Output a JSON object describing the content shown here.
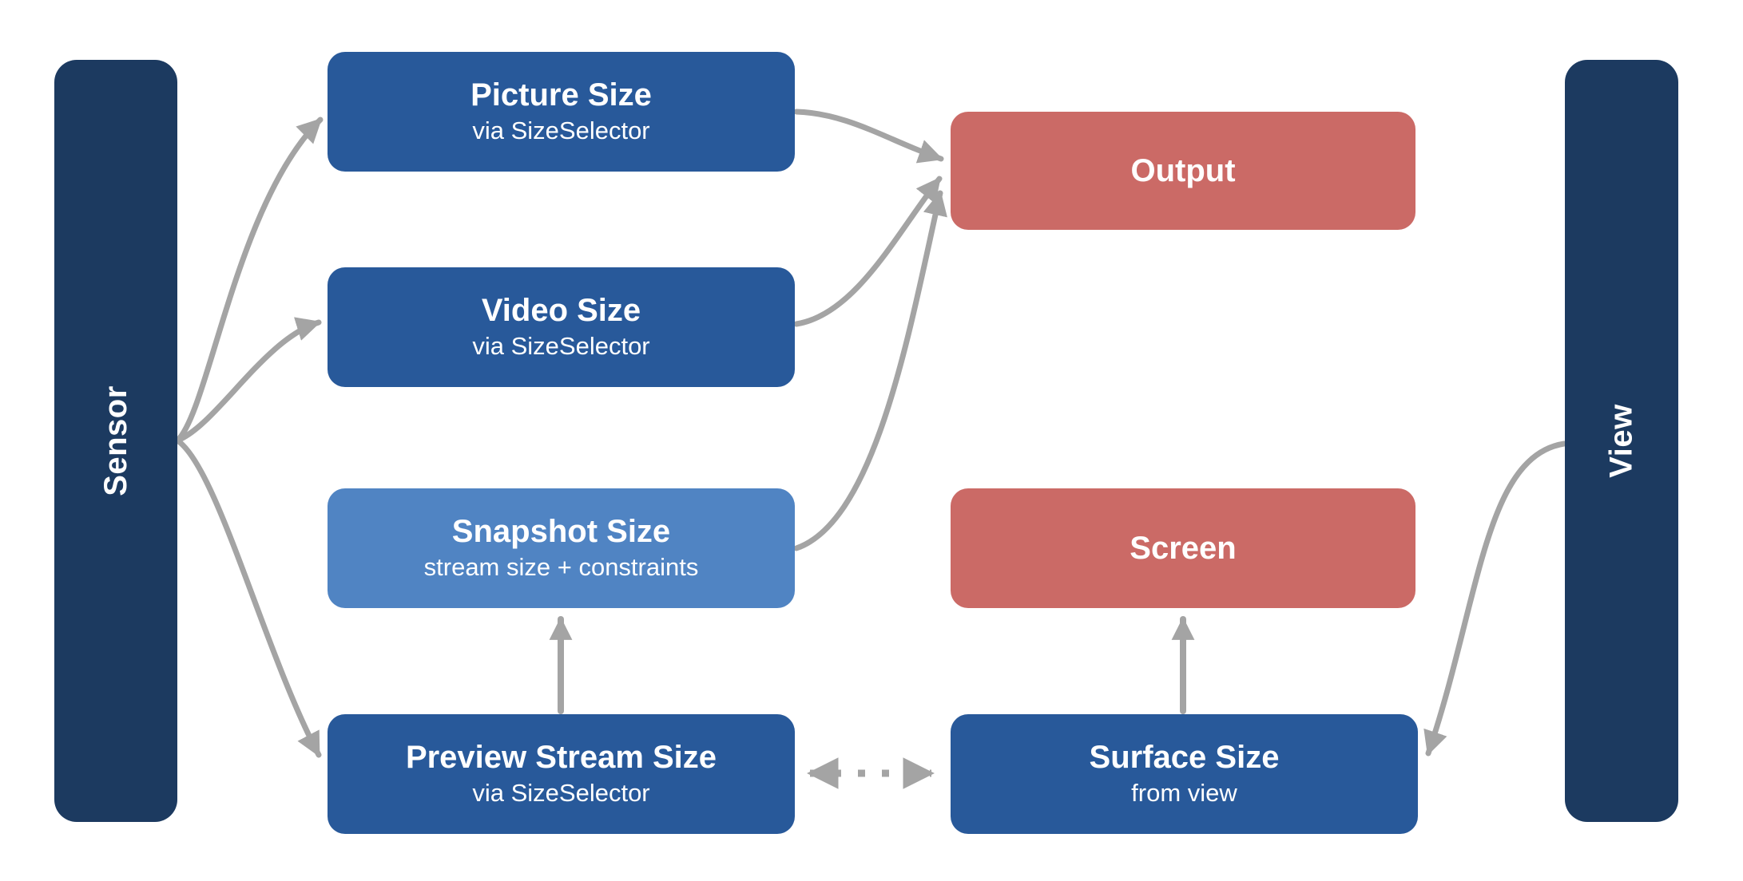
{
  "diagram": {
    "nodes": {
      "sensor": {
        "label": "Sensor"
      },
      "picture_size": {
        "title": "Picture Size",
        "subtitle": "via SizeSelector"
      },
      "video_size": {
        "title": "Video Size",
        "subtitle": "via SizeSelector"
      },
      "snapshot_size": {
        "title": "Snapshot Size",
        "subtitle": "stream size + constraints"
      },
      "preview_stream_size": {
        "title": "Preview Stream Size",
        "subtitle": "via SizeSelector"
      },
      "output": {
        "title": "Output"
      },
      "screen": {
        "title": "Screen"
      },
      "surface_size": {
        "title": "Surface Size",
        "subtitle": "from view"
      },
      "view": {
        "label": "View"
      }
    },
    "edges": [
      {
        "from": "sensor",
        "to": "picture_size",
        "style": "solid-curve",
        "arrow": "end"
      },
      {
        "from": "sensor",
        "to": "video_size",
        "style": "solid-curve",
        "arrow": "end"
      },
      {
        "from": "sensor",
        "to": "preview_stream_size",
        "style": "solid-curve",
        "arrow": "end"
      },
      {
        "from": "picture_size",
        "to": "output",
        "style": "solid-curve",
        "arrow": "end"
      },
      {
        "from": "video_size",
        "to": "output",
        "style": "solid-curve",
        "arrow": "end"
      },
      {
        "from": "snapshot_size",
        "to": "output",
        "style": "solid-curve",
        "arrow": "end"
      },
      {
        "from": "preview_stream_size",
        "to": "snapshot_size",
        "style": "solid-straight",
        "arrow": "end"
      },
      {
        "from": "surface_size",
        "to": "screen",
        "style": "solid-straight",
        "arrow": "end"
      },
      {
        "from": "preview_stream_size",
        "to": "surface_size",
        "style": "dotted-straight",
        "arrow": "both"
      },
      {
        "from": "view",
        "to": "surface_size",
        "style": "solid-curve",
        "arrow": "end"
      }
    ],
    "palette": {
      "background": "#ffffff",
      "pillar_navy": "#1c3a60",
      "box_blue": "#28599a",
      "box_light_blue": "#5084c3",
      "box_red": "#cb6a66",
      "arrow_gray": "#a4a4a4",
      "text": "#ffffff"
    }
  }
}
